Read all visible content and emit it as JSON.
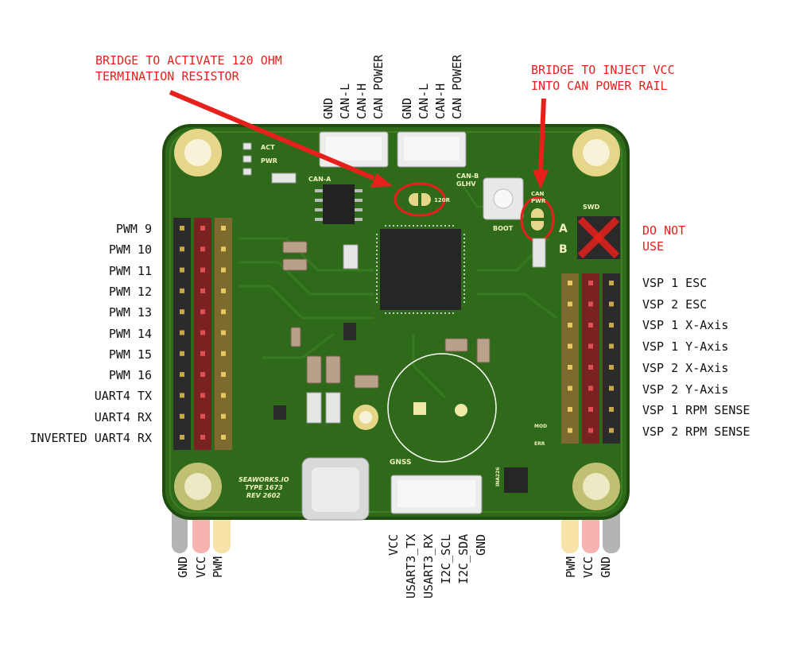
{
  "annotations": {
    "termination": [
      "BRIDGE TO ACTIVATE 120 OHM",
      "TERMINATION RESISTOR"
    ],
    "inject_vcc": [
      "BRIDGE TO INJECT VCC",
      "INTO CAN POWER RAIL"
    ],
    "do_not_use": [
      "DO NOT",
      "USE"
    ]
  },
  "can_connectors": [
    {
      "pins": [
        "GND",
        "CAN-L",
        "CAN-H",
        "CAN POWER"
      ]
    },
    {
      "pins": [
        "GND",
        "CAN-L",
        "CAN-H",
        "CAN POWER"
      ]
    }
  ],
  "left_header_labels": [
    "PWM 9",
    "PWM 10",
    "PWM 11",
    "PWM 12",
    "PWM 13",
    "PWM 14",
    "PWM 15",
    "PWM 16",
    "UART4 TX",
    "UART4 RX",
    "INVERTED UART4 RX"
  ],
  "right_header_labels": [
    "VSP 1 ESC",
    "VSP 2 ESC",
    "VSP 1 X-Axis",
    "VSP 1 Y-Axis",
    "VSP 2 X-Axis",
    "VSP 2 Y-Axis",
    "VSP 1 RPM SENSE",
    "VSP 2 RPM SENSE"
  ],
  "left_bottom_labels": [
    "GND",
    "VCC",
    "PWM"
  ],
  "right_bottom_labels": [
    "PWM",
    "VCC",
    "GND"
  ],
  "gnss_labels": [
    "VCC",
    "USART3_TX",
    "USART3_RX",
    "I2C_SCL",
    "I2C_SDA",
    "GND"
  ],
  "silkscreen": {
    "act": "ACT",
    "pwr": "PWR",
    "can_a": "CAN-A",
    "can_b": "CAN-B",
    "glhv": "GLHV",
    "r120": "120R",
    "boot": "BOOT",
    "can_pwr": [
      "CAN",
      "PWR"
    ],
    "swd": "SWD",
    "a": "A",
    "b": "B",
    "gnss": "GNSS",
    "ina": "INA226",
    "mod": "MOD",
    "err": "ERR",
    "brand": [
      "SEAWORKS.IO",
      "TYPE 1673",
      "REV 2602"
    ]
  },
  "colors": {
    "board": "#2e6a1a",
    "board_edge": "#1f4d10",
    "annotation": "#e8201c",
    "wire_gnd": "#b4b4b4",
    "wire_vcc": "#f6b3b0",
    "wire_pwm": "#f7e3a8"
  }
}
